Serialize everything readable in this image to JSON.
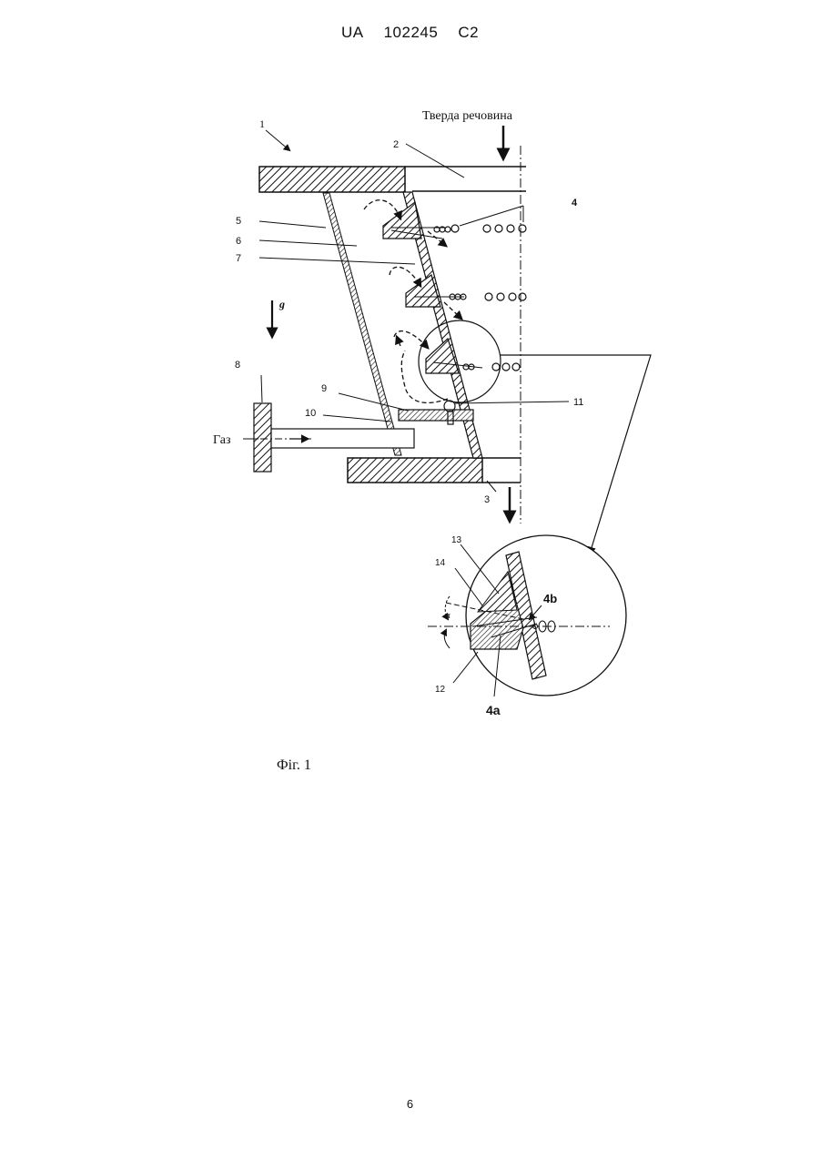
{
  "header": {
    "country": "UA",
    "number": "102245",
    "kind": "C2"
  },
  "figure": {
    "caption": "Фіг. 1",
    "labels": {
      "solid_matter": "Тверда речовина",
      "gas": "Газ",
      "gravity": "g",
      "l1": "1",
      "l2": "2",
      "l3": "3",
      "l4": "4",
      "l5": "5",
      "l6": "6",
      "l7": "7",
      "l8": "8",
      "l9": "9",
      "l10": "10",
      "l11": "11",
      "l12": "12",
      "l13": "13",
      "l14": "14",
      "l4a": "4a",
      "l4b": "4b",
      "alpha": "α"
    }
  },
  "page_number": "6"
}
